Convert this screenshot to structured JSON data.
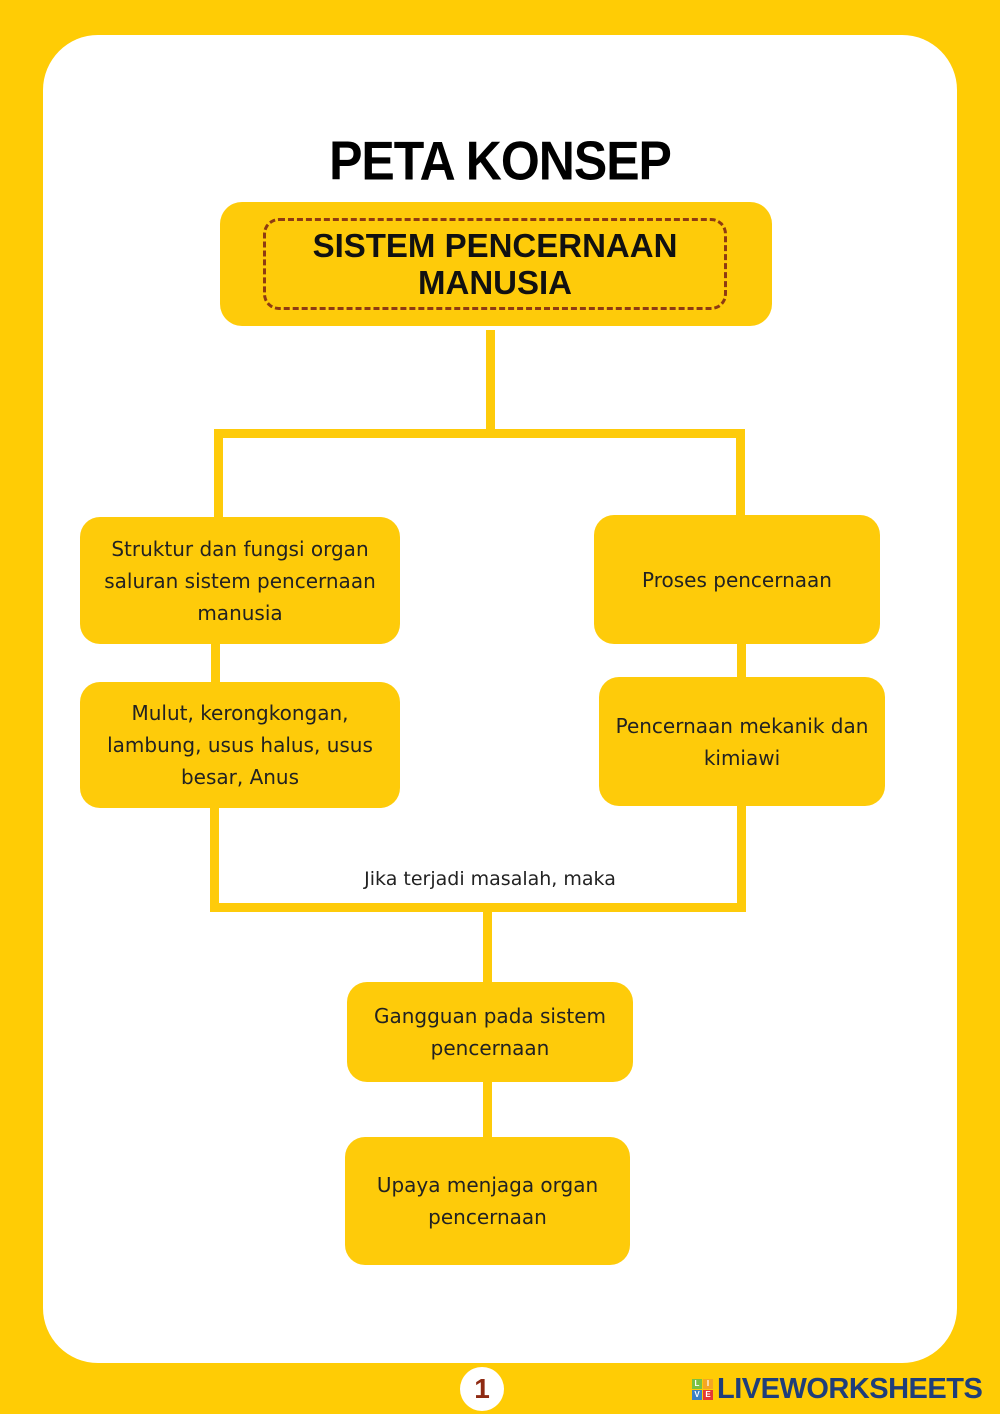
{
  "title": "PETA KONSEP",
  "main_topic": "SISTEM PENCERNAAN MANUSIA",
  "left_branch": {
    "box1": "Struktur dan fungsi organ saluran sistem pencernaan manusia",
    "box2": "Mulut, kerongkongan, lambung, usus halus, usus besar, Anus"
  },
  "right_branch": {
    "box1": "Proses pencernaan",
    "box2": "Pencernaan mekanik dan kimiawi"
  },
  "connector_label": "Jika terjadi masalah, maka",
  "bottom": {
    "box1": "Gangguan pada sistem pencernaan",
    "box2": "Upaya menjaga organ pencernaan"
  },
  "page_number": "1",
  "brand": {
    "name": "LIVEWORKSHEETS",
    "logo_letters": [
      "L",
      "I",
      "V",
      "E"
    ]
  },
  "colors": {
    "background": "#FFCC05",
    "box": "#FECB0A",
    "dash": "#8E3B12"
  }
}
